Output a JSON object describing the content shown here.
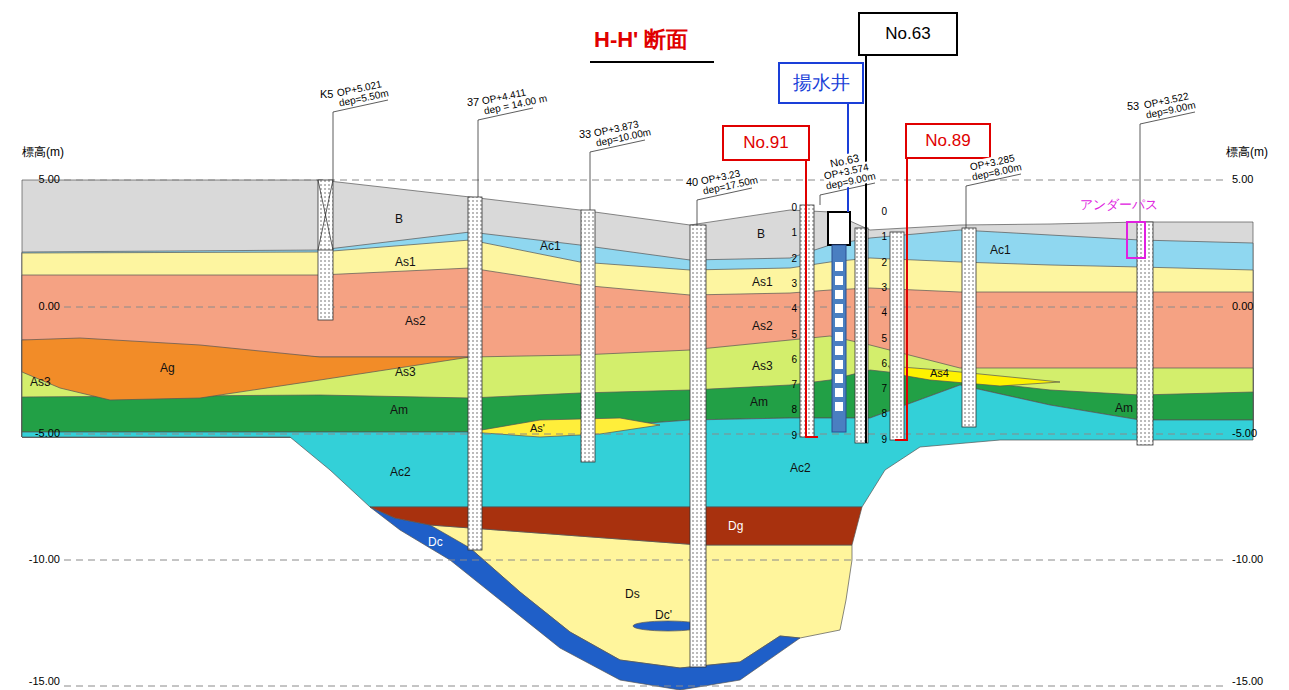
{
  "diagram": {
    "title": "H-H' 断面",
    "nodes": [
      {
        "text": [
          "No.63"
        ]
      },
      {
        "text": [
          "揚水井"
        ]
      },
      {
        "text": [
          "No.91"
        ]
      },
      {
        "text": [
          "No.89"
        ]
      }
    ],
    "labels": [
      "標高(m)",
      "5.00",
      "0.00",
      "-5.00",
      "-10.00",
      "-15.00",
      "標高(m)",
      "5.00",
      "0.00",
      "-5.00",
      "-10.00",
      "-15.00",
      "K5",
      "OP+5.021",
      "dep=5.50m",
      "37",
      "OP+4.411",
      "dep = 14.00 m",
      "33",
      "OP+3.873",
      "dep=10.00m",
      "40",
      "OP+3.23",
      "dep=17.50m",
      "No.63",
      "OP+3.574",
      "dep=9.00m",
      "OP+3.285",
      "dep=8.00m",
      "53",
      "OP+3.522",
      "dep=9.00m",
      "B",
      "Ac1",
      "As1",
      "As2",
      "Ag",
      "As3",
      "As3",
      "Am",
      "As'",
      "Ac2",
      "Dg",
      "Dc",
      "Ds",
      "Dc'",
      "B",
      "As1",
      "As2",
      "As3",
      "Am",
      "Ac2",
      "Ac1",
      "As4",
      "Am",
      "アンダーパス",
      "0",
      "1",
      "2",
      "3",
      "4",
      "5",
      "6",
      "7",
      "8",
      "9",
      "0",
      "1",
      "2",
      "3",
      "4",
      "5",
      "6",
      "7",
      "8",
      "9"
    ]
  }
}
